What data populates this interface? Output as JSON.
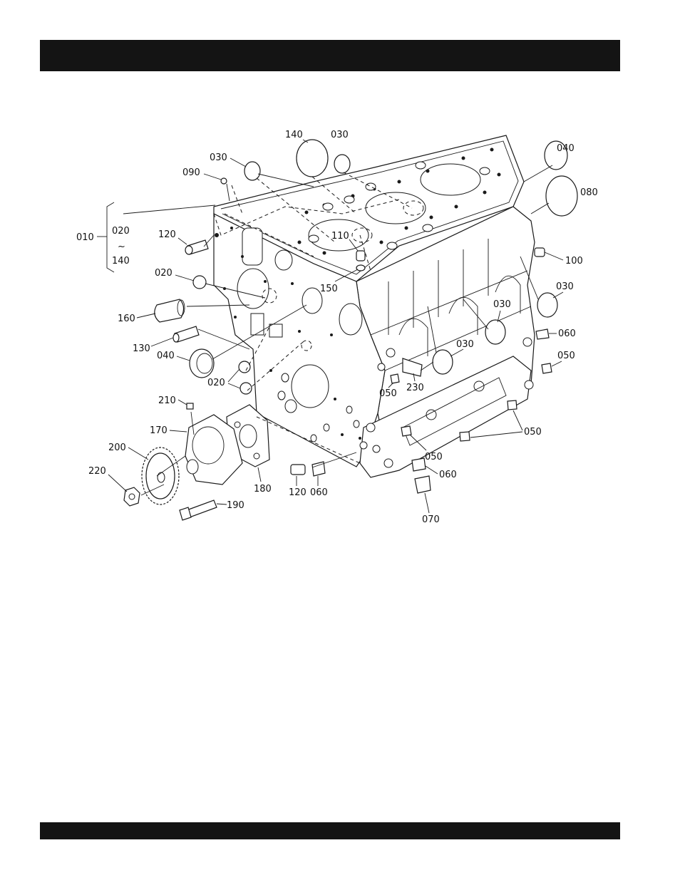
{
  "header": {
    "title": ""
  },
  "footer": {
    "text": ""
  },
  "diagram": {
    "callouts": {
      "c010": "010",
      "c020a": "020",
      "c020b": "020",
      "c020c": "020",
      "c030a": "030",
      "c030b": "030",
      "c030c": "030",
      "c030d": "030",
      "c030e": "030",
      "c040a": "040",
      "c040b": "040",
      "c050a": "050",
      "c050b": "050",
      "c050c": "050",
      "c050d": "050",
      "c060a": "060",
      "c060b": "060",
      "c060c": "060",
      "c070": "070",
      "c080": "080",
      "c090": "090",
      "c100": "100",
      "c110": "110",
      "c120a": "120",
      "c120b": "120",
      "c130": "130",
      "c140a": "140",
      "c140b": "140",
      "c150": "150",
      "c160": "160",
      "c170": "170",
      "c180": "180",
      "c190": "190",
      "c200": "200",
      "c210": "210",
      "c220": "220",
      "c230": "230",
      "range_mark": "~"
    }
  }
}
